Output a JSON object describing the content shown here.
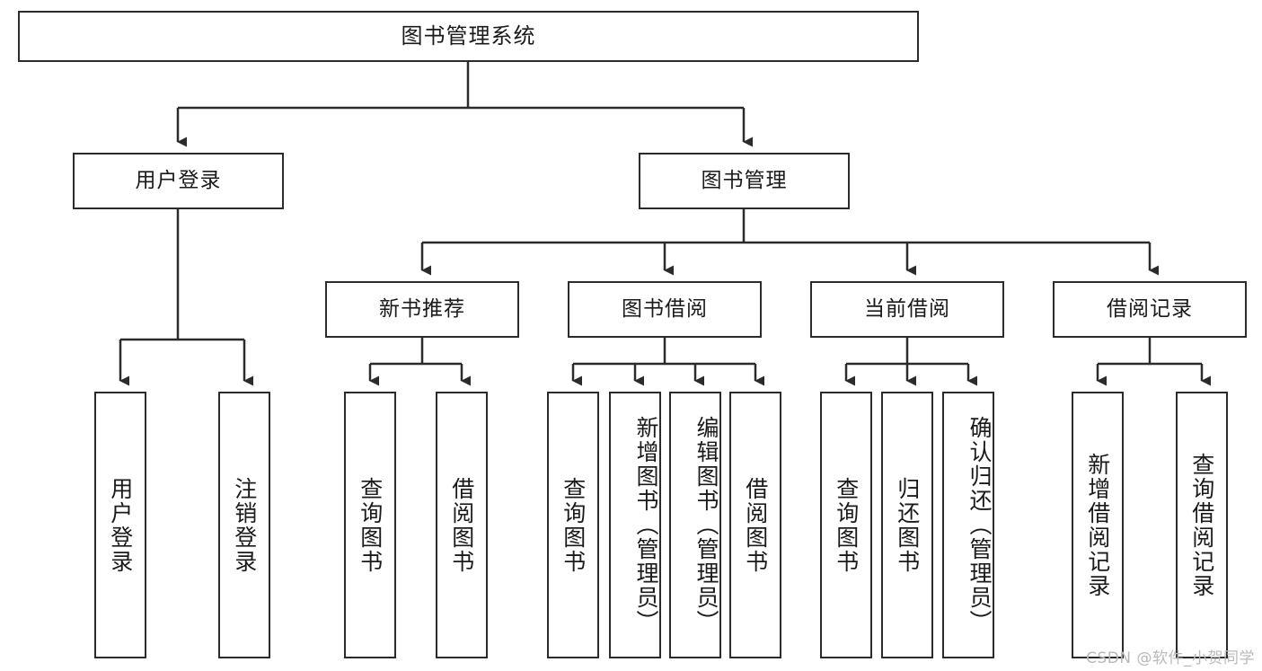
{
  "diagram": {
    "title": "图书管理系统",
    "type": "hierarchy-tree",
    "colors": {
      "box_border": "#2b2b2b",
      "box_fill": "#ffffff",
      "line": "#2b2b2b",
      "text": "#1a1a1a",
      "watermark": "#b9b9b9"
    },
    "root": {
      "label": "图书管理系统"
    },
    "level2": [
      {
        "label": "用户登录"
      },
      {
        "label": "图书管理"
      }
    ],
    "level3": [
      {
        "label": "新书推荐"
      },
      {
        "label": "图书借阅"
      },
      {
        "label": "当前借阅"
      },
      {
        "label": "借阅记录"
      }
    ],
    "leaves": {
      "user_login": [
        {
          "label": "用户登录"
        },
        {
          "label": "注销登录"
        }
      ],
      "new_book_recommend": [
        {
          "label": "查询图书"
        },
        {
          "label": "借阅图书"
        }
      ],
      "book_borrow": [
        {
          "label": "查询图书"
        },
        {
          "label": "新增图书（管理员）"
        },
        {
          "label": "编辑图书（管理员）"
        },
        {
          "label": "借阅图书"
        }
      ],
      "current_borrow": [
        {
          "label": "查询图书"
        },
        {
          "label": "归还图书"
        },
        {
          "label": "确认归还（管理员）"
        }
      ],
      "borrow_record": [
        {
          "label": "新增借阅记录"
        },
        {
          "label": "查询借阅记录"
        }
      ]
    }
  },
  "watermark": {
    "text": "CSDN @软件_小贺同学"
  }
}
